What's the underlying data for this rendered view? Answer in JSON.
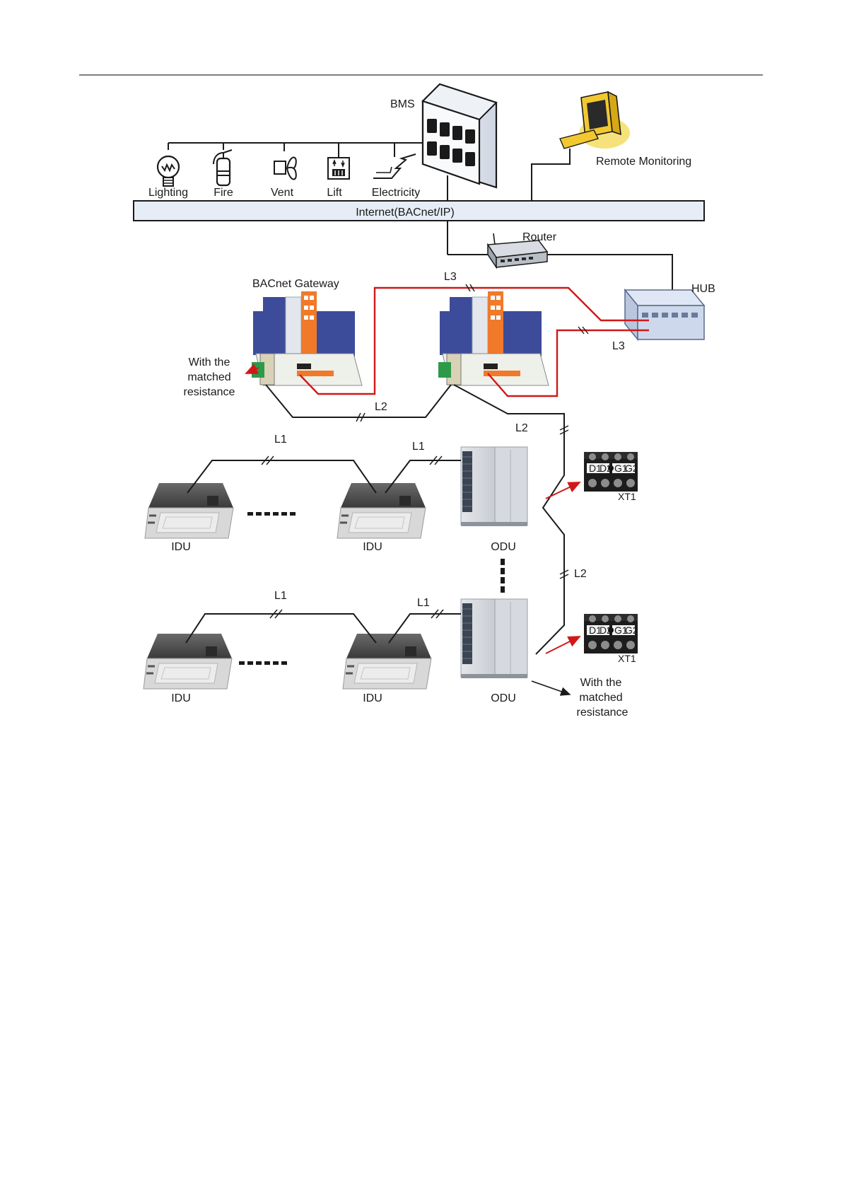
{
  "labels": {
    "bms": "BMS",
    "remote_monitoring": "Remote Monitoring",
    "internet": "Internet(BACnet/IP)",
    "router": "Router",
    "hub": "HUB",
    "bacnet_gateway": "BACnet Gateway",
    "resistance_gateway": [
      "With the",
      "matched",
      "resistance"
    ],
    "resistance_odu": [
      "With the",
      "matched",
      "resistance"
    ],
    "l1": "L1",
    "l2": "L2",
    "l3": "L3",
    "idu": "IDU",
    "odu": "ODU",
    "xt1": "XT1",
    "terminal_top": [
      "D1",
      "D2",
      "G1",
      "G2"
    ]
  },
  "subsystems": [
    {
      "label": "Lighting",
      "icon": "lightbulb-icon"
    },
    {
      "label": "Fire",
      "icon": "fire-extinguisher-icon"
    },
    {
      "label": "Vent",
      "icon": "fan-icon"
    },
    {
      "label": "Lift",
      "icon": "elevator-icon"
    },
    {
      "label": "Electricity",
      "icon": "lightning-icon"
    }
  ],
  "colors": {
    "wire": "#1a1a1a",
    "rs485_wire": "#d01818",
    "internet_bar": "#e6edf6",
    "gateway_blue": "#3c4c9a",
    "terminal_orange": "#f07a2a",
    "monitor_yellow": "#f2c830"
  }
}
